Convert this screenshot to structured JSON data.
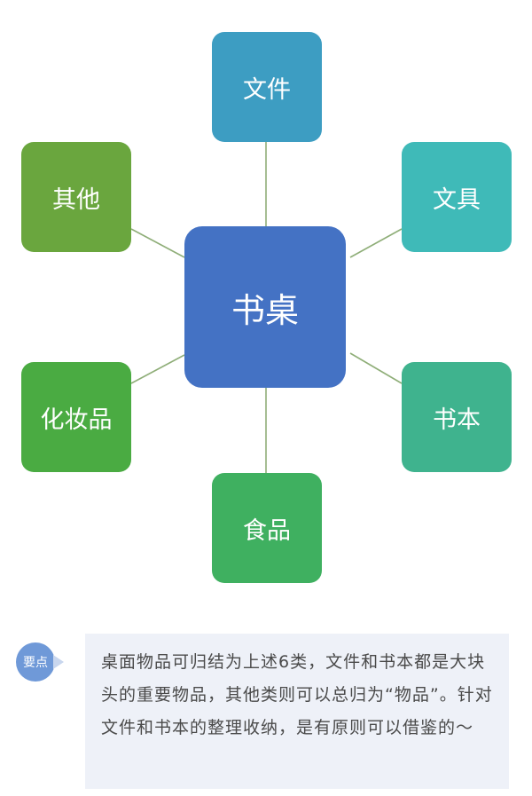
{
  "diagram": {
    "center": {
      "label": "书桌",
      "color": "#4472c4"
    },
    "nodes": [
      {
        "id": "file",
        "label": "文件",
        "color": "#3d9dc2"
      },
      {
        "id": "stationery",
        "label": "文具",
        "color": "#3fbab8"
      },
      {
        "id": "books",
        "label": "书本",
        "color": "#3fb38e"
      },
      {
        "id": "food",
        "label": "食品",
        "color": "#3fb060"
      },
      {
        "id": "cosmetics",
        "label": "化妆品",
        "color": "#4aab42"
      },
      {
        "id": "other",
        "label": "其他",
        "color": "#6aa63e"
      }
    ],
    "connector_color": "#8fae78"
  },
  "tip": {
    "badge": "要点",
    "badge_color": "#6f99d8",
    "box_color": "#eef1f8",
    "text": "桌面物品可归结为上述6类，文件和书本都是大块头的重要物品，其他类则可以总归为“物品”。针对文件和书本的整理收纳，是有原则可以借鉴的～"
  }
}
